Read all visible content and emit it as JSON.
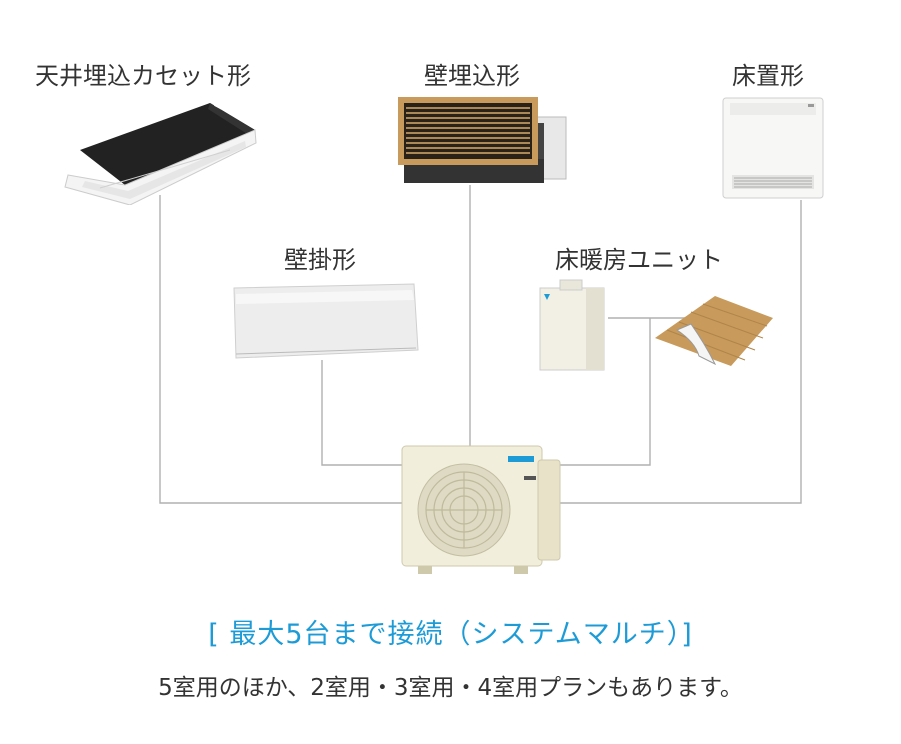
{
  "units": {
    "ceiling_cassette": {
      "label": "天井埋込カセット形"
    },
    "wall_embedded": {
      "label": "壁埋込形"
    },
    "floor_standing": {
      "label": "床置形"
    },
    "wall_mounted": {
      "label": "壁掛形"
    },
    "floor_heating": {
      "label": "床暖房ユニット"
    }
  },
  "headline": "[ 最大5台まで接続（システムマルチ）]",
  "note": "5室用のほか、2室用・3室用・4室用プランもあります。",
  "colors": {
    "accent": "#1d9bd7",
    "wire": "#aaaaaa",
    "wood": "#c89a5b"
  }
}
